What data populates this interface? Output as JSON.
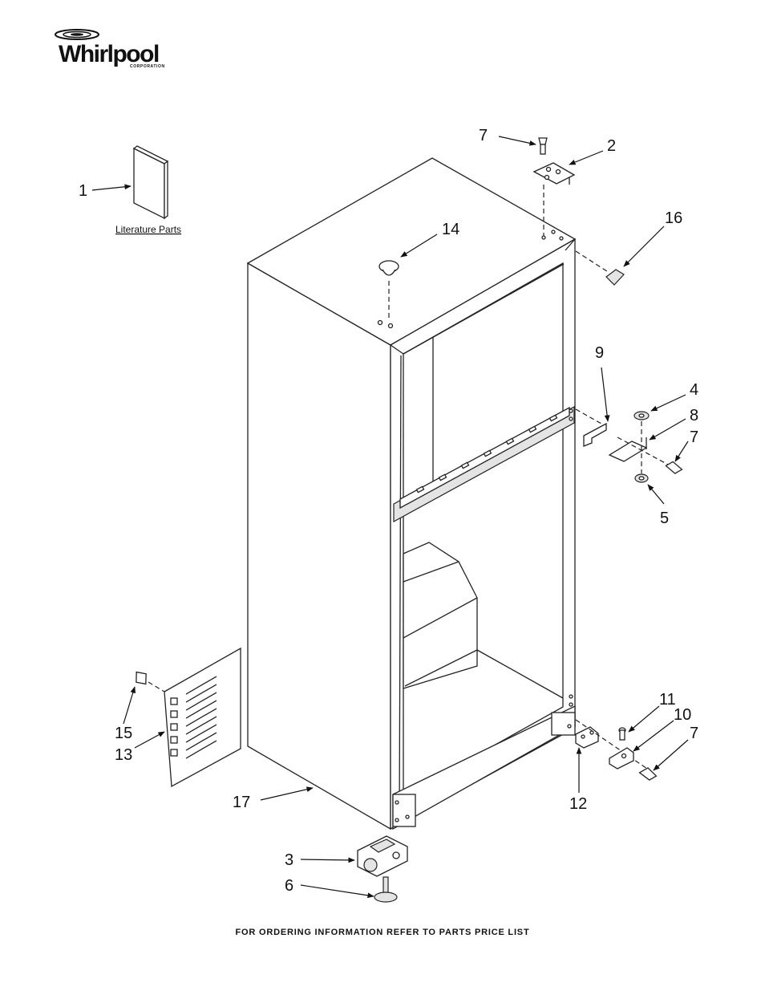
{
  "brand": {
    "name": "Whirlpool",
    "subtitle": "CORPORATION"
  },
  "literature_label": "Literature Parts",
  "part_labels": [
    {
      "id": "label-1",
      "text": "1"
    },
    {
      "id": "label-2",
      "text": "2"
    },
    {
      "id": "label-3",
      "text": "3"
    },
    {
      "id": "label-4",
      "text": "4"
    },
    {
      "id": "label-5",
      "text": "5"
    },
    {
      "id": "label-6",
      "text": "6"
    },
    {
      "id": "label-7-top",
      "text": "7"
    },
    {
      "id": "label-7-mid",
      "text": "7"
    },
    {
      "id": "label-7-bottom",
      "text": "7"
    },
    {
      "id": "label-8",
      "text": "8"
    },
    {
      "id": "label-9",
      "text": "9"
    },
    {
      "id": "label-10",
      "text": "10"
    },
    {
      "id": "label-11",
      "text": "11"
    },
    {
      "id": "label-12",
      "text": "12"
    },
    {
      "id": "label-13",
      "text": "13"
    },
    {
      "id": "label-14",
      "text": "14"
    },
    {
      "id": "label-15",
      "text": "15"
    },
    {
      "id": "label-16",
      "text": "16"
    },
    {
      "id": "label-17",
      "text": "17"
    }
  ],
  "footer": "FOR ORDERING INFORMATION REFER TO PARTS PRICE LIST"
}
